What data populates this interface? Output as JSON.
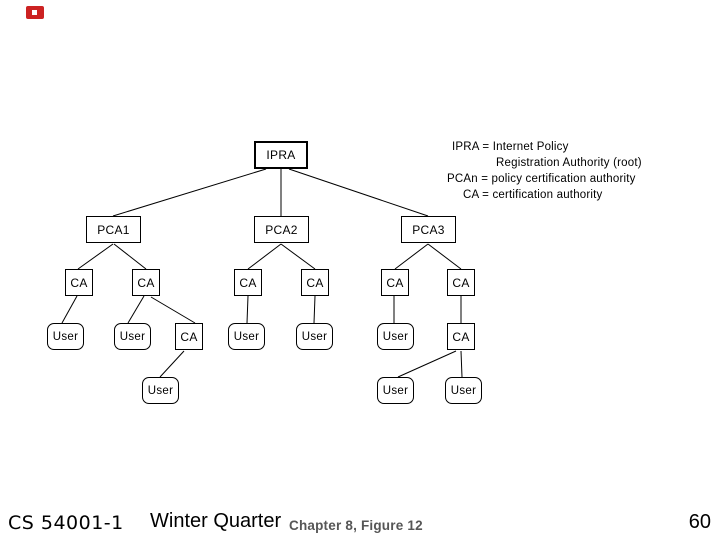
{
  "diagram": {
    "root_label": "IPRA",
    "pca_labels": [
      "PCA1",
      "PCA2",
      "PCA3"
    ],
    "ca_label": "CA",
    "user_label": "User"
  },
  "legend": {
    "lines": [
      "IPRA = Internet Policy",
      "Registration Authority (root)",
      "PCAn = policy certification authority",
      "CA = certification authority"
    ]
  },
  "footer": {
    "course": "CS 54001-1",
    "quarter": "Winter Quarter",
    "reference": "Chapter 8, Figure 12",
    "page_number": "60"
  },
  "colors": {
    "background": "#ffffff",
    "line": "#000000",
    "box_border": "#000000",
    "box_fill": "#ffffff",
    "reference_text": "#565656",
    "logo_red": "#cc2222"
  }
}
